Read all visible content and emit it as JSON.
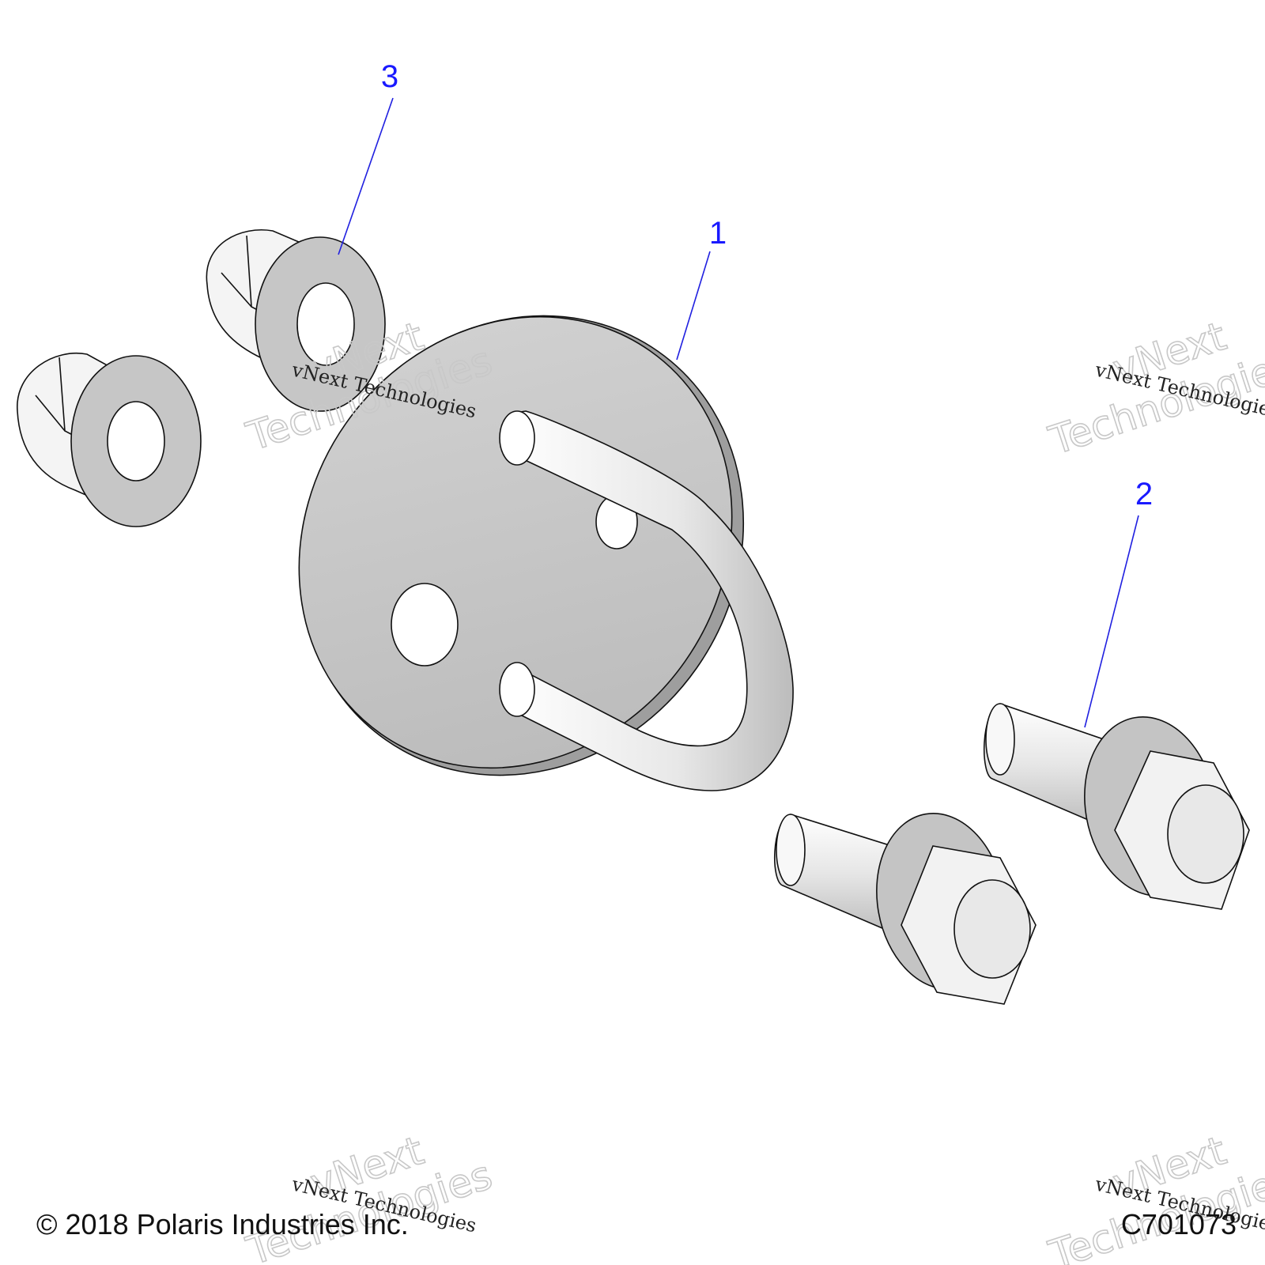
{
  "callouts": [
    {
      "id": "1",
      "label": "1"
    },
    {
      "id": "2",
      "label": "2"
    },
    {
      "id": "3",
      "label": "3"
    }
  ],
  "watermark": {
    "large_line1": "vNext",
    "large_line2": "Technologies",
    "small": "vNext Technologies"
  },
  "footer": {
    "copyright": "© 2018 Polaris Industries Inc.",
    "drawing_number": "C701073"
  },
  "colors": {
    "part_fill": "#c2c2c2",
    "part_light": "#f2f2f2",
    "callout": "#1a1aff",
    "watermark": "#c8c8c8"
  }
}
